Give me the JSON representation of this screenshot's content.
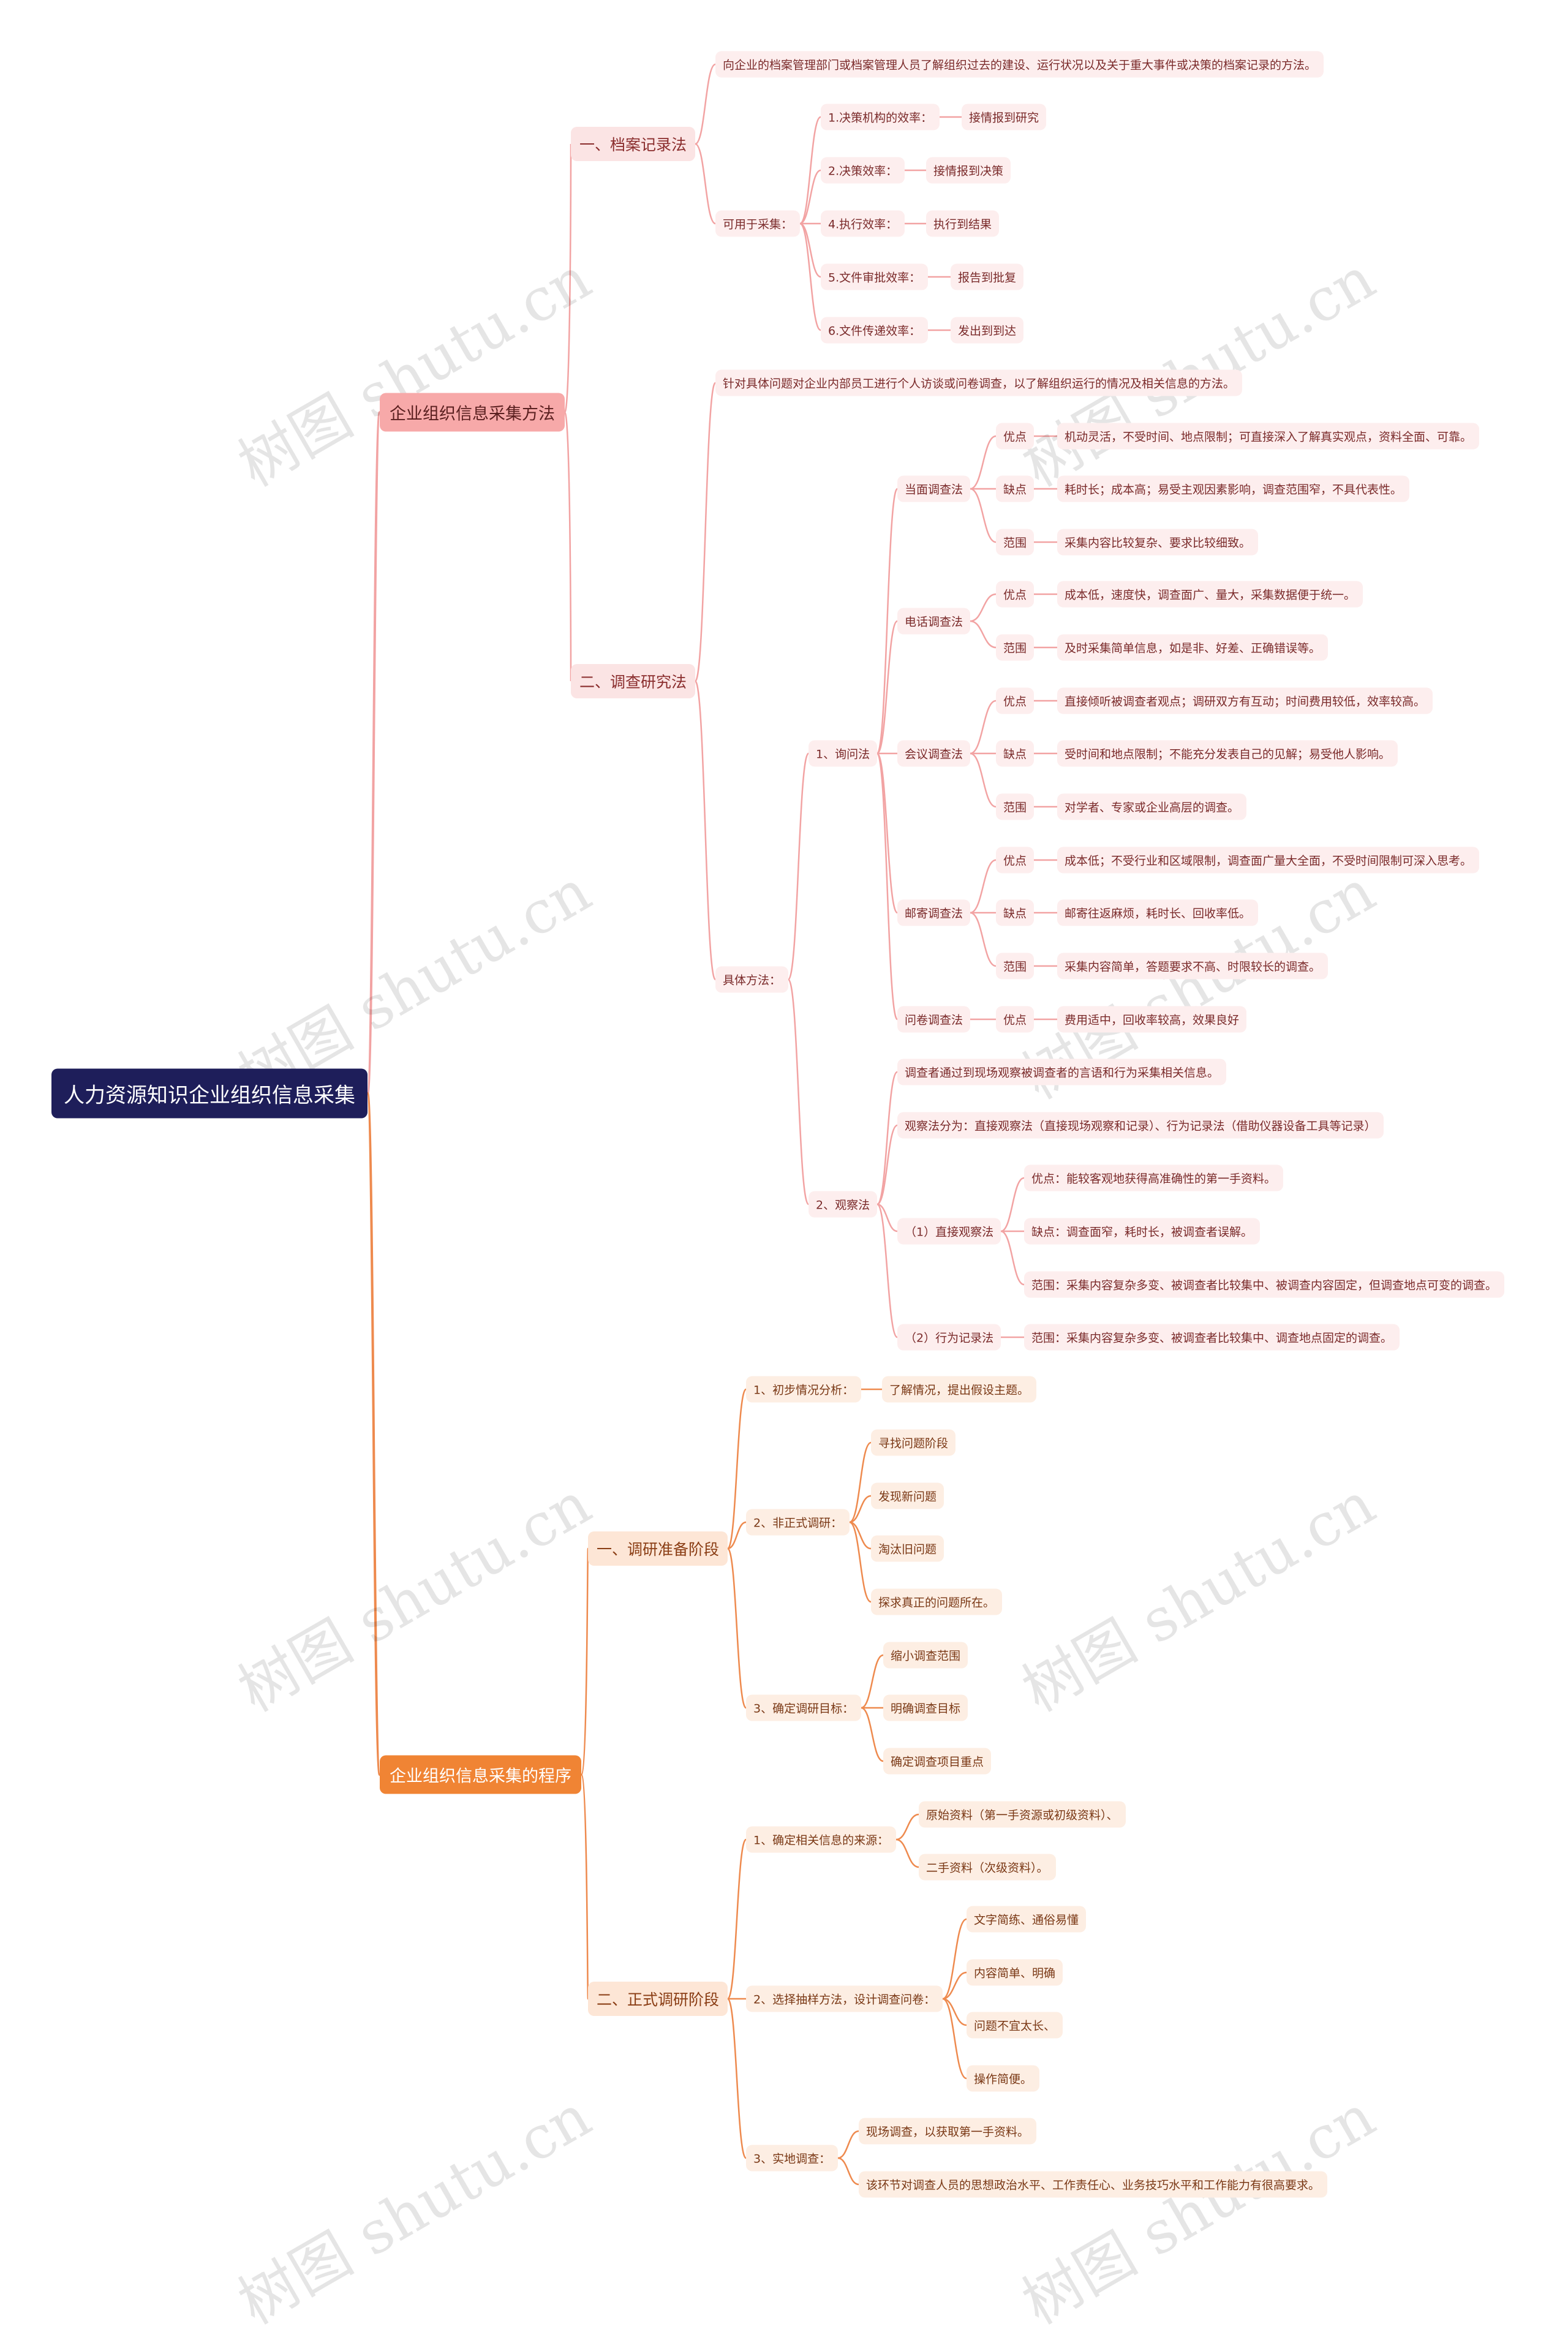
{
  "watermark": "树图 shutu.cn",
  "colors": {
    "pink_line": "#f2a3a3",
    "orange_line": "#ee8a4e",
    "root_bg": "#1e1e5a"
  },
  "root": "人力资源知识企业组织信息采集",
  "b1_methods": "企业组织信息采集方法",
  "b1_procedure": "企业组织信息采集的程序",
  "archive": {
    "title": "一、档案记录法",
    "desc": "向企业的档案管理部门或档案管理人员了解组织过去的建设、运行状况以及关于重大事件或决策的档案记录的方法。",
    "usable": "可用于采集：",
    "items": [
      {
        "k": "1.决策机构的效率：",
        "v": "接情报到研究"
      },
      {
        "k": "2.决策效率：",
        "v": "接情报到决策"
      },
      {
        "k": "4.执行效率：",
        "v": "执行到结果"
      },
      {
        "k": "5.文件审批效率：",
        "v": "报告到批复"
      },
      {
        "k": "6.文件传递效率：",
        "v": "发出到到达"
      }
    ]
  },
  "survey": {
    "title": "二、调查研究法",
    "desc": "针对具体问题对企业内部员工进行个人访谈或问卷调查，以了解组织运行的情况及相关信息的方法。",
    "specific": "具体方法：",
    "inquiry": "1、询问法",
    "face": {
      "name": "当面调查法",
      "pros_label": "优点",
      "pros": "机动灵活，不受时间、地点限制；可直接深入了解真实观点，资料全面、可靠。",
      "cons_label": "缺点",
      "cons": "耗时长；成本高；易受主观因素影响，调查范围窄，不具代表性。",
      "scope_label": "范围",
      "scope": "采集内容比较复杂、要求比较细致。"
    },
    "phone": {
      "name": "电话调查法",
      "pros_label": "优点",
      "pros": "成本低，速度快，调查面广、量大，采集数据便于统一。",
      "scope_label": "范围",
      "scope": "及时采集简单信息，如是非、好差、正确错误等。"
    },
    "meeting": {
      "name": "会议调查法",
      "pros_label": "优点",
      "pros": "直接倾听被调查者观点；调研双方有互动；时间费用较低，效率较高。",
      "cons_label": "缺点",
      "cons": "受时间和地点限制；不能充分发表自己的见解；易受他人影响。",
      "scope_label": "范围",
      "scope": "对学者、专家或企业高层的调查。"
    },
    "mail": {
      "name": "邮寄调查法",
      "pros_label": "优点",
      "pros": "成本低；不受行业和区域限制，调查面广量大全面，不受时间限制可深入思考。",
      "cons_label": "缺点",
      "cons": "邮寄往返麻烦，耗时长、回收率低。",
      "scope_label": "范围",
      "scope": "采集内容简单，答题要求不高、时限较长的调查。"
    },
    "questionnaire": {
      "name": "问卷调查法",
      "pros_label": "优点",
      "pros": "费用适中，回收率较高，效果良好"
    },
    "observe": "2、观察法",
    "observe_desc": "调查者通过到现场观察被调查者的言语和行为采集相关信息。",
    "observe_types": "观察法分为：直接观察法（直接现场观察和记录）、行为记录法（借助仪器设备工具等记录）",
    "direct": {
      "name": "（1）直接观察法",
      "pros": "优点：能较客观地获得高准确性的第一手资料。",
      "cons": "缺点：调查面窄，耗时长，被调查者误解。",
      "scope": "范围：采集内容复杂多变、被调查者比较集中、被调查内容固定，但调查地点可变的调查。"
    },
    "record": {
      "name": "（2）行为记录法",
      "scope": "范围：采集内容复杂多变、被调查者比较集中、调查地点固定的调查。"
    }
  },
  "prep": {
    "title": "一、调研准备阶段",
    "s1": "1、初步情况分析：",
    "s1v": "了解情况，提出假设主题。",
    "s2": "2、非正式调研：",
    "s2v": [
      "寻找问题阶段",
      "发现新问题",
      "淘汰旧问题",
      "探求真正的问题所在。"
    ],
    "s3": "3、确定调研目标：",
    "s3v": [
      "缩小调查范围",
      "明确调查目标",
      "确定调查项目重点"
    ]
  },
  "formal": {
    "title": "二、正式调研阶段",
    "s1": "1、确定相关信息的来源：",
    "s1v": [
      "原始资料（第一手资源或初级资料）、",
      "二手资料（次级资料）。"
    ],
    "s2": "2、选择抽样方法，设计调查问卷：",
    "s2v": [
      "文字简练、通俗易懂",
      "内容简单、明确",
      "问题不宜太长、",
      "操作简便。"
    ],
    "s3": "3、实地调查：",
    "s3v": [
      "现场调查，以获取第一手资料。",
      "该环节对调查人员的思想政治水平、工作责任心、业务技巧水平和工作能力有很高要求。"
    ]
  }
}
